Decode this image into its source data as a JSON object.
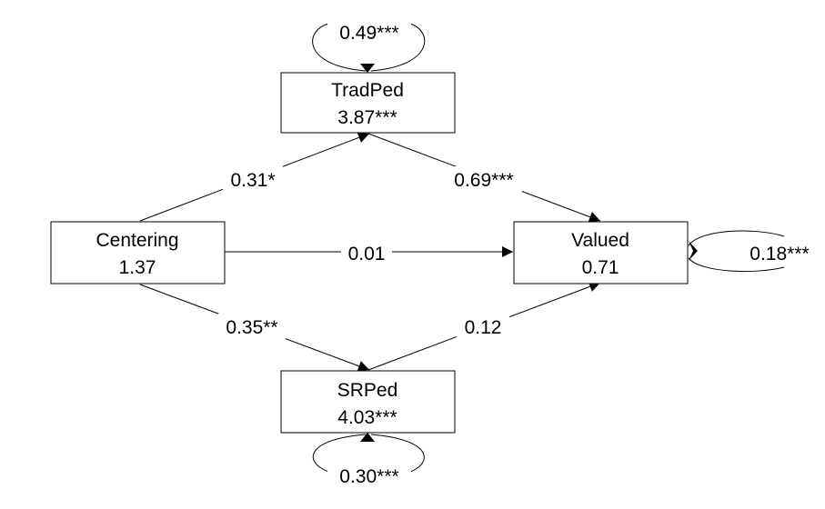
{
  "diagram": {
    "nodes": {
      "tradped": {
        "name": "TradPed",
        "value": "3.87***"
      },
      "centering": {
        "name": "Centering",
        "value": "1.37"
      },
      "valued": {
        "name": "Valued",
        "value": "0.71"
      },
      "srped": {
        "name": "SRPed",
        "value": "4.03***"
      }
    },
    "paths": {
      "centering_tradped": "0.31*",
      "tradped_valued": "0.69***",
      "centering_valued": "0.01",
      "centering_srped": "0.35**",
      "srped_valued": "0.12"
    },
    "residuals": {
      "tradped": "0.49***",
      "valued": "0.18***",
      "srped": "0.30***"
    }
  }
}
